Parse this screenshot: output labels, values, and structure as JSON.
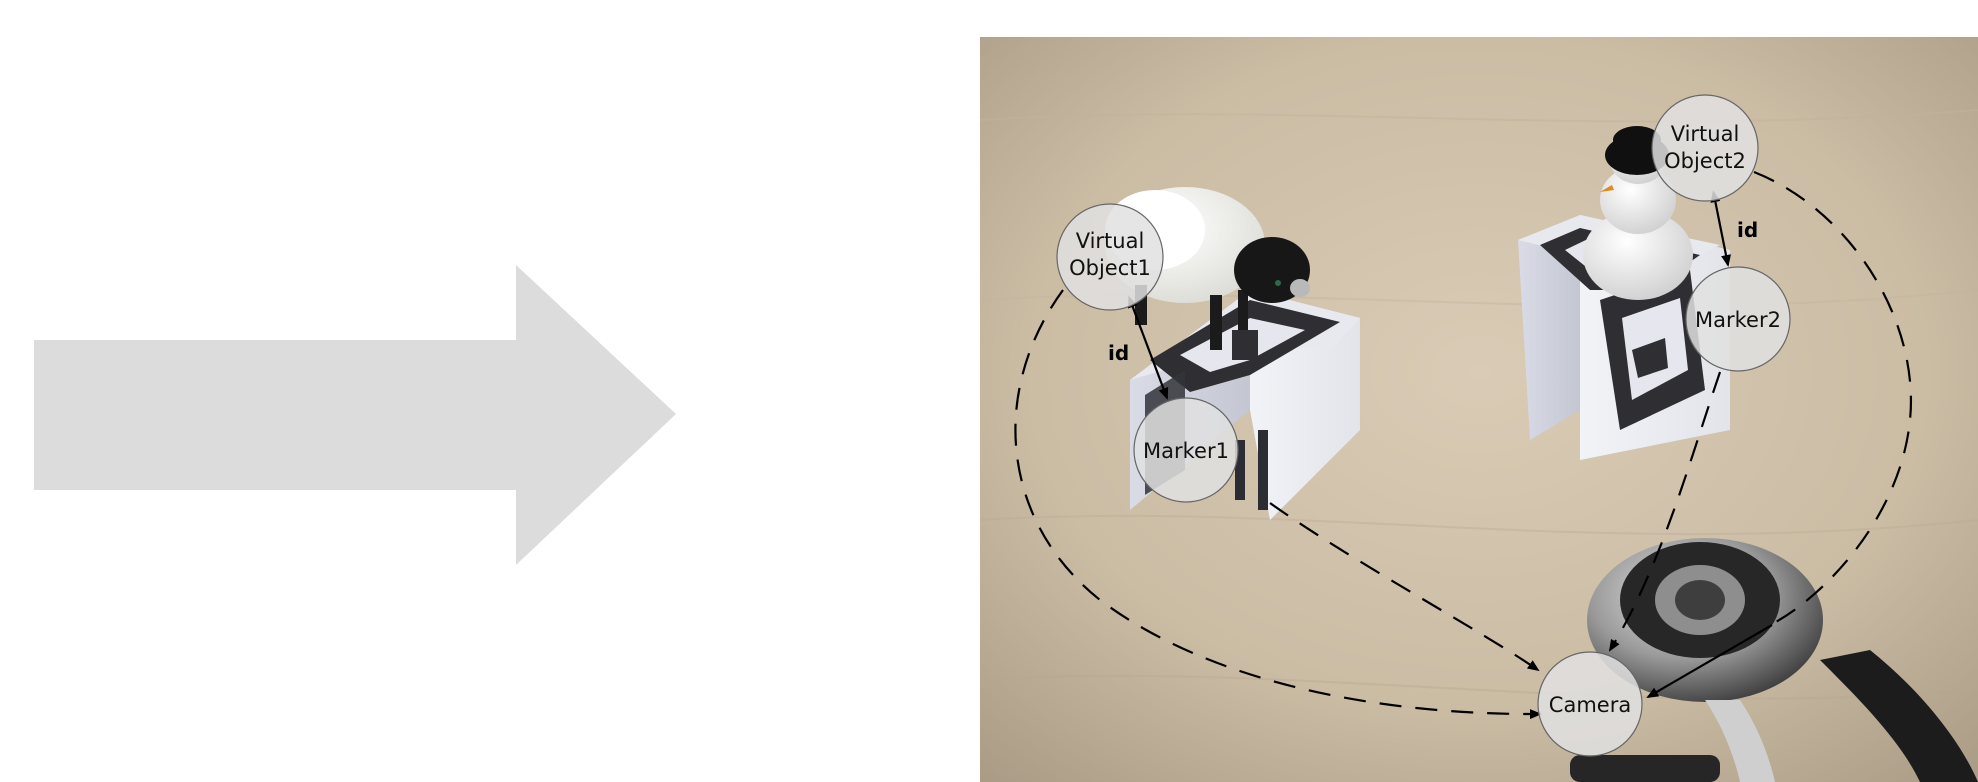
{
  "arrow": {
    "color": "#dcdcdc"
  },
  "photo": {
    "description_icons": [
      "sheep-figure",
      "snowman-figure",
      "marker-cube",
      "webcam"
    ]
  },
  "nodes": {
    "virtual_object1": {
      "line1": "Virtual",
      "line2": "Object1"
    },
    "virtual_object2": {
      "line1": "Virtual",
      "line2": "Object2"
    },
    "marker1": {
      "label": "Marker1"
    },
    "marker2": {
      "label": "Marker2"
    },
    "camera": {
      "label": "Camera"
    }
  },
  "edges": {
    "id_label_1": "id",
    "id_label_2": "id"
  }
}
